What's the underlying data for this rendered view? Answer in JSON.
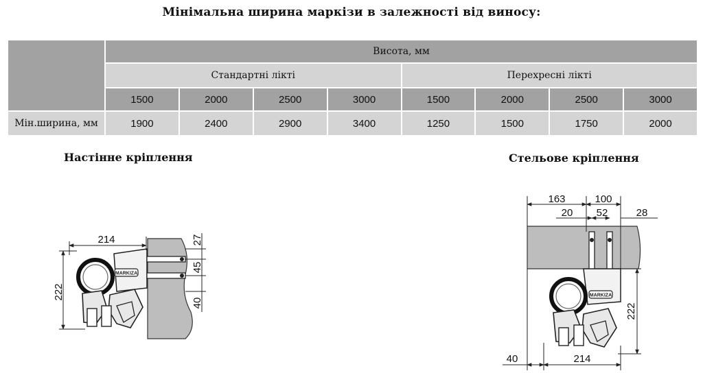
{
  "title": "Мінімальна ширина маркізи в залежності від виносу:",
  "table": {
    "height_header": "Висота, мм",
    "groups": [
      "Стандартні лікті",
      "Перехресні лікті"
    ],
    "heights": [
      "1500",
      "2000",
      "2500",
      "3000",
      "1500",
      "2000",
      "2500",
      "3000"
    ],
    "row_label": "Мін.ширина, мм",
    "widths": [
      "1900",
      "2400",
      "2900",
      "3400",
      "1250",
      "1500",
      "1750",
      "2000"
    ]
  },
  "wall": {
    "title": "Настінне кріплення",
    "dims": {
      "top": "214",
      "side": "222",
      "d27": "27",
      "d45": "45",
      "d40": "40"
    }
  },
  "ceiling": {
    "title": "Стельове кріплення",
    "dims": {
      "d163": "163",
      "d100": "100",
      "d20": "20",
      "d52": "52",
      "d28": "28",
      "side": "222",
      "bottom": "214",
      "d40": "40"
    }
  },
  "logo_text": "MARKIZA"
}
